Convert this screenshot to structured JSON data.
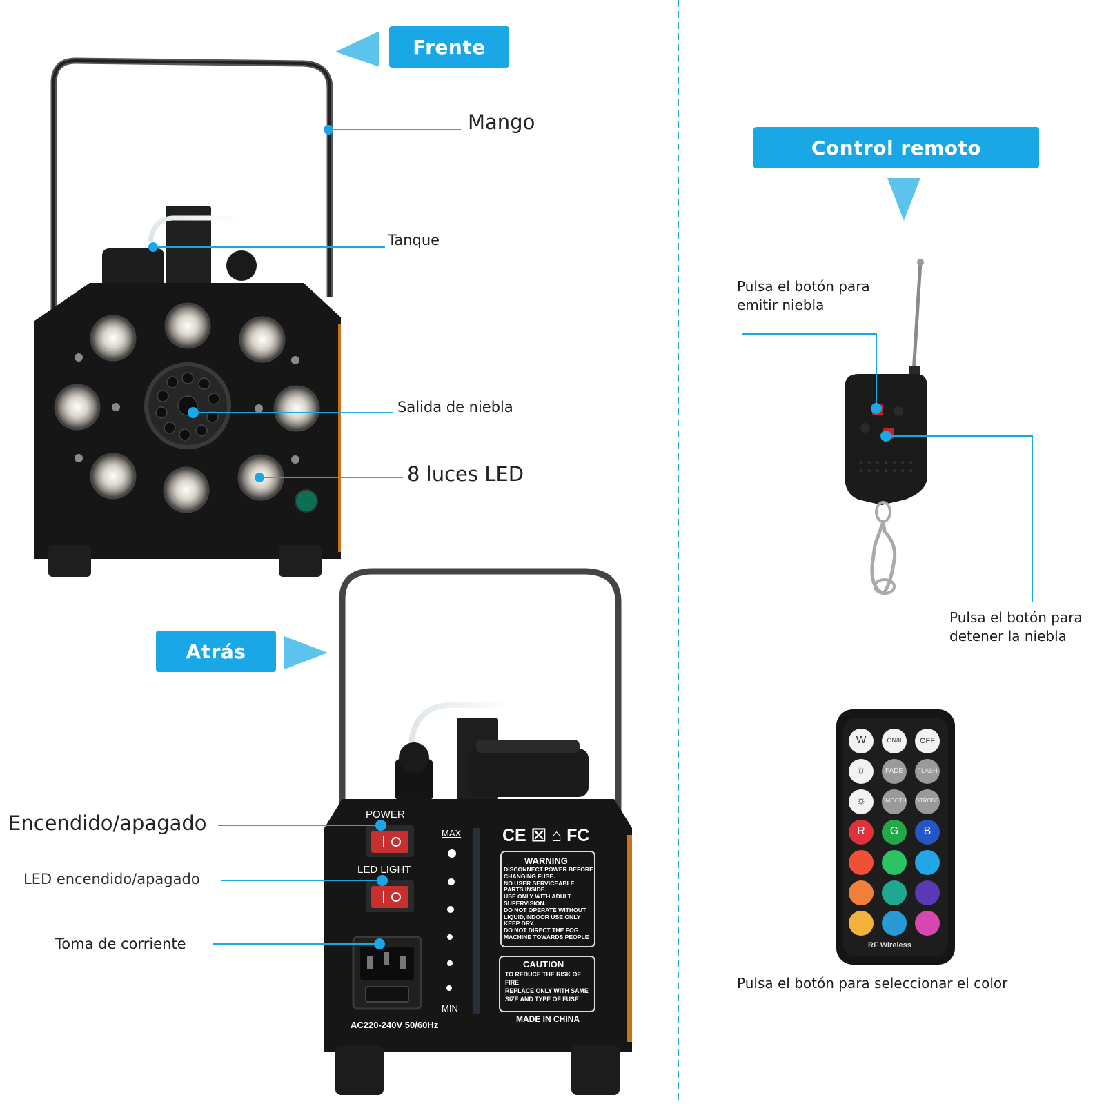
{
  "front": {
    "tag": "Frente",
    "labels": {
      "handle": "Mango",
      "tank": "Tanque",
      "fog_outlet": "Salida de niebla",
      "leds": "8 luces LED"
    }
  },
  "back": {
    "tag": "Atrás",
    "labels": {
      "power_switch": "Encendido/apagado",
      "led_switch": "LED encendido/apagado",
      "socket": "Toma de corriente"
    },
    "panel": {
      "power": "POWER",
      "led_light": "LED LIGHT",
      "max": "MAX",
      "min": "MIN",
      "certs": "CE ☒ ⌂ FC",
      "warning_title": "WARNING",
      "warning_lines": [
        "DISCONNECT POWER BEFORE",
        "CHANGING FUSE.",
        "NO USER SERVICEABLE",
        "PARTS INSIDE.",
        "USE ONLY WITH ADULT",
        "SUPERVISION.",
        "DO NOT OPERATE WITHOUT",
        "LIQUID,INDOOR USE ONLY",
        "KEEP DRY.",
        "DO NOT DIRECT THE FOG",
        "MACHINE TOWARDS PEOPLE"
      ],
      "caution_title": "CAUTION",
      "caution_lines": [
        "TO REDUCE THE RISK OF",
        "FIRE",
        "REPLACE ONLY WITH SAME",
        "SIZE AND TYPE OF FUSE"
      ],
      "made_in": "MADE IN CHINA",
      "voltage": "AC220-240V  50/60Hz"
    }
  },
  "remote": {
    "tag": "Control remoto",
    "press_emit": [
      "Pulsa el botón para",
      "emitir niebla"
    ],
    "press_stop": [
      "Pulsa el botón para",
      "detener la niebla"
    ],
    "press_color": "Pulsa el botón para seleccionar el color",
    "rgb_remote": {
      "buttons_row1": [
        "W",
        "ON/II",
        "OFF"
      ],
      "buttons_row2": [
        "☼",
        "FADE",
        "FLASH"
      ],
      "buttons_row3": [
        "☼",
        "SMOOTH",
        "STROBE"
      ],
      "buttons_row4": [
        "R",
        "G",
        "B"
      ],
      "footer": "RF Wireless"
    }
  },
  "colors": {
    "accent": "#1aa7e6",
    "line": "#1aa7e6",
    "divider": "#2aa3c9",
    "machine": "#161616",
    "orange_edge": "#c9721e"
  }
}
